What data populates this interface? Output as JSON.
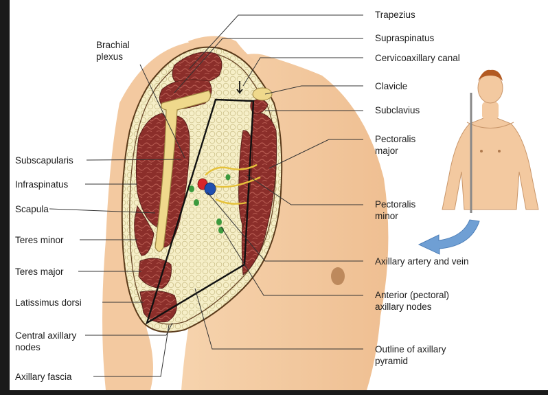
{
  "labels": {
    "trapezius": "Trapezius",
    "supraspinatus": "Supraspinatus",
    "cervicoaxillary_canal": "Cervicoaxillary canal",
    "clavicle": "Clavicle",
    "subclavius": "Subclavius",
    "pectoralis_major": "Pectoralis\nmajor",
    "pectoralis_minor": "Pectoralis\nminor",
    "axillary_artery_vein": "Axillary artery and vein",
    "anterior_nodes": "Anterior (pectoral)\naxillary nodes",
    "outline_pyramid": "Outline of axillary\npyramid",
    "brachial_plexus": "Brachial\nplexus",
    "subscapularis": "Subscapularis",
    "infraspinatus": "Infraspinatus",
    "scapula": "Scapula",
    "teres_minor": "Teres minor",
    "teres_major": "Teres major",
    "latissimus_dorsi": "Latissimus dorsi",
    "central_nodes": "Central axillary\nnodes",
    "axillary_fascia": "Axillary fascia"
  },
  "colors": {
    "background": "#ffffff",
    "frame": "#1a1a1a",
    "skin": "#f3c9a0",
    "skin_shadow": "#e3ab7c",
    "muscle": "#8b2e2a",
    "fat": "#f3ecc0",
    "bone": "#efd98c",
    "artery": "#d8262a",
    "vein": "#1f4fb0",
    "node": "#3d9a3d",
    "nerve": "#e6c23a",
    "arrow": "#6f9fd4",
    "leader": "#333333"
  },
  "icons": {
    "orientation_figure": "human-torso-figure",
    "orientation_arrow": "curved-arrow-icon"
  }
}
